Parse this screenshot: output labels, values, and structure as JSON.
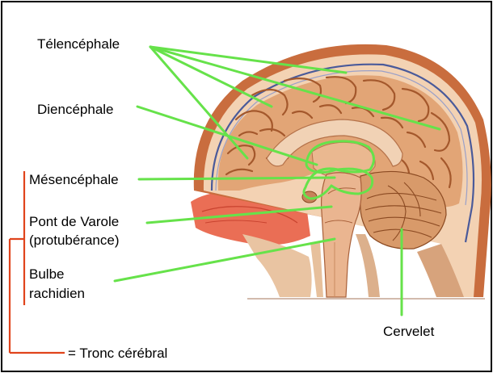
{
  "labels": {
    "telencephale": "Télencéphale",
    "diencephale": "Diencéphale",
    "mesencephale": "Mésencéphale",
    "pont_line1": "Pont de Varole",
    "pont_line2": "(protubérance)",
    "bulbe_line1": "Bulbe",
    "bulbe_line2": "rachidien",
    "cervelet": "Cervelet",
    "tronc_legend": "= Tronc cérébral"
  },
  "colors": {
    "pointer_lines": "#66e24a",
    "bracket": "#e0441c",
    "brain_tissue": "#e2a576",
    "sulci": "#a4582c",
    "skull": "#f3d2b3",
    "scalp": "#c96d3e",
    "meninges_blue": "#4a5a9a",
    "nasal_pharynx": "#ea6e55"
  },
  "icons": {
    "illustration": "brain-sagittal-section-illustration"
  }
}
